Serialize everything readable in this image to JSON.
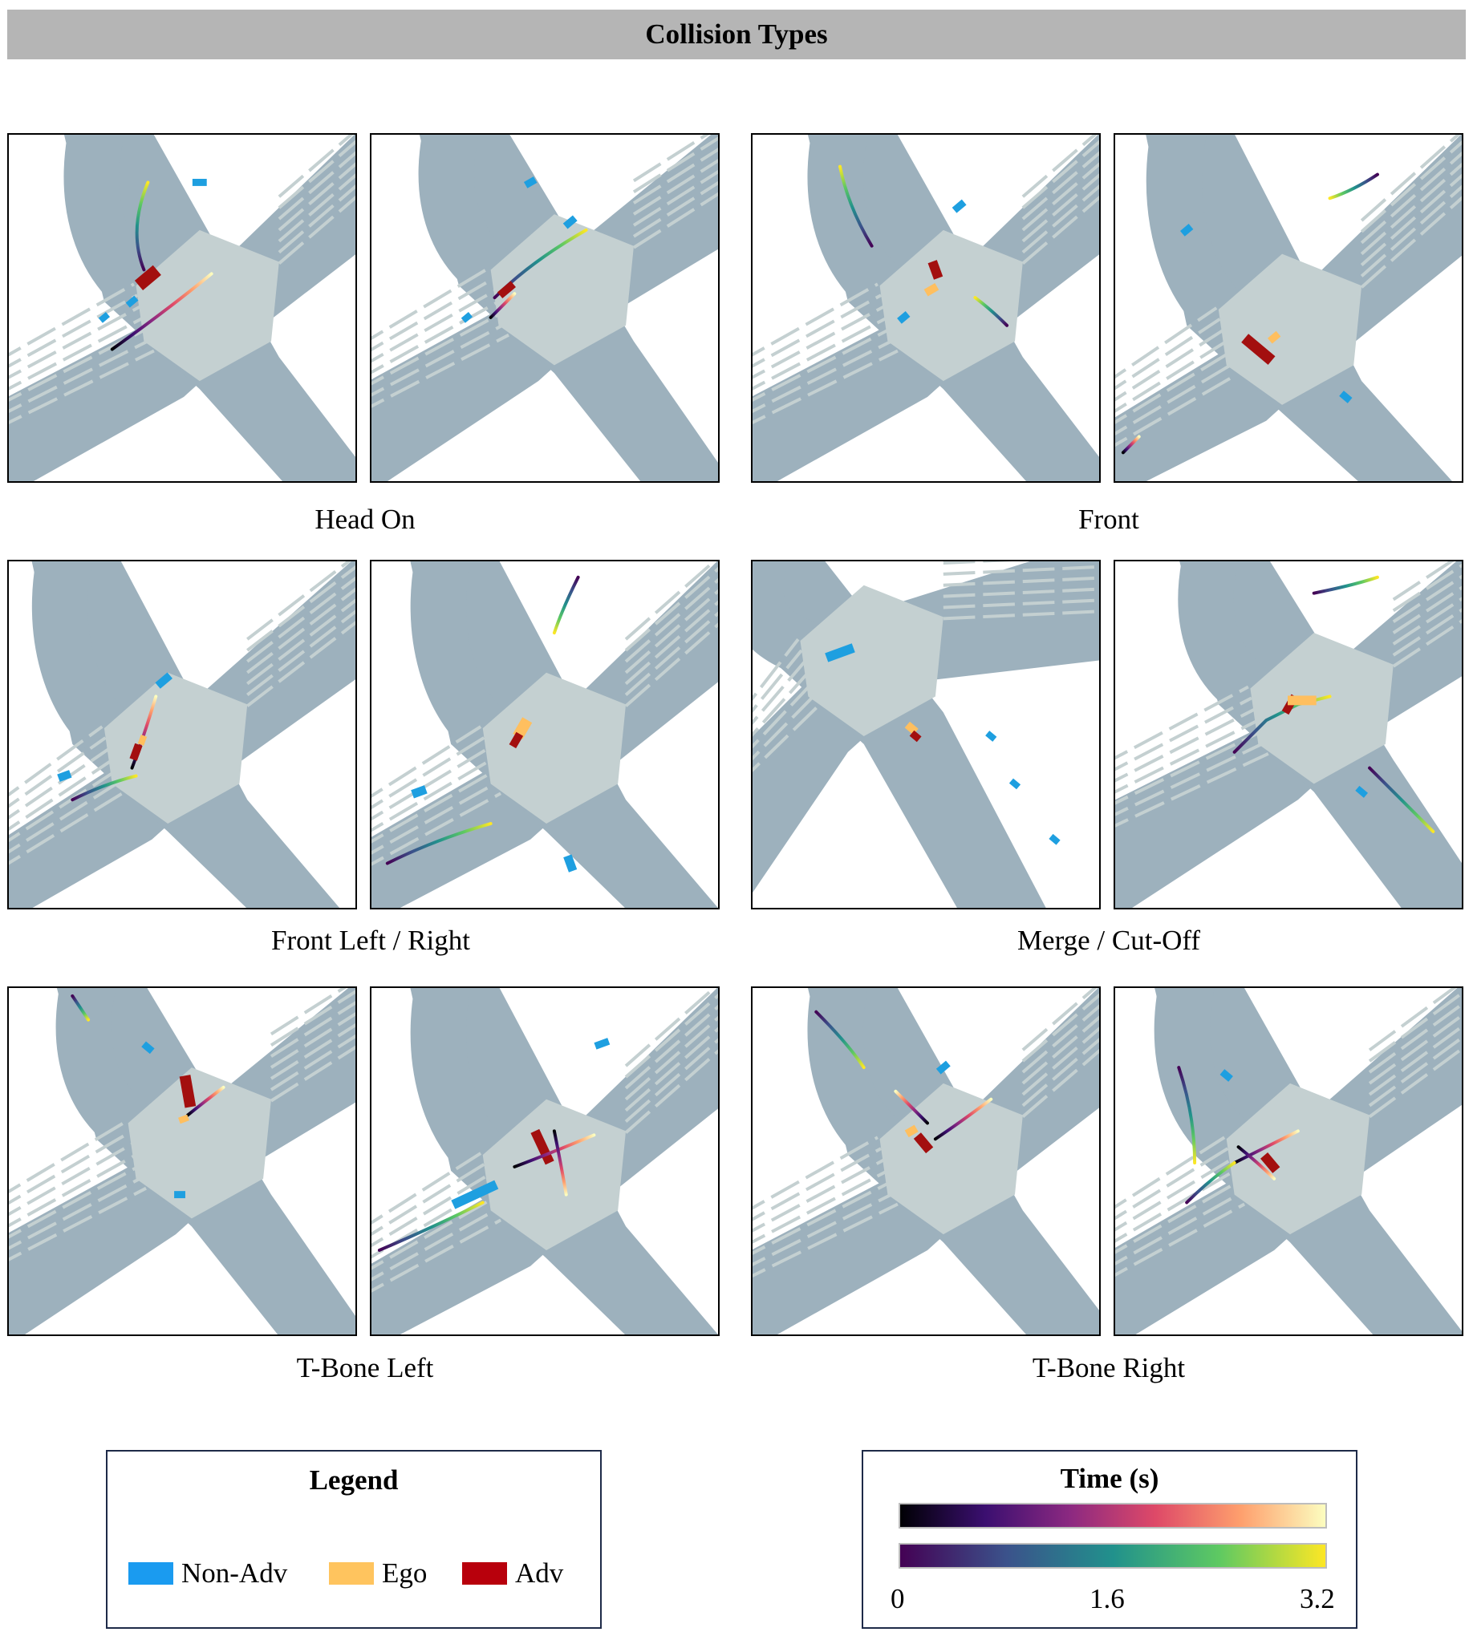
{
  "title": "Collision Types",
  "colors": {
    "road": "#9db1bd",
    "intersection": "#c4d0d1",
    "lane_mark": "#ffffff",
    "non_adv": "#1e9fe0",
    "ego": "#ffbf5f",
    "adv": "#a30f0f"
  },
  "captions": [
    "Head On",
    "Front",
    "Front Left / Right",
    "Merge / Cut-Off",
    "T-Bone Left",
    "T-Bone Right"
  ],
  "legend": {
    "title": "Legend",
    "items": [
      {
        "label": "Non-Adv",
        "color": "#1a9bf0"
      },
      {
        "label": "Ego",
        "color": "#ffc45e"
      },
      {
        "label": "Adv",
        "color": "#b8000c"
      }
    ]
  },
  "colorbar": {
    "title": "Time (s)",
    "ticks": [
      "0",
      "1.6",
      "3.2"
    ],
    "gradient_top": [
      "#000004",
      "#3b0f70",
      "#8c2981",
      "#de4968",
      "#fe9f6d",
      "#fcfdbf"
    ],
    "gradient_bottom": [
      "#440154",
      "#3b528b",
      "#21918c",
      "#5ec962",
      "#fde725"
    ]
  }
}
